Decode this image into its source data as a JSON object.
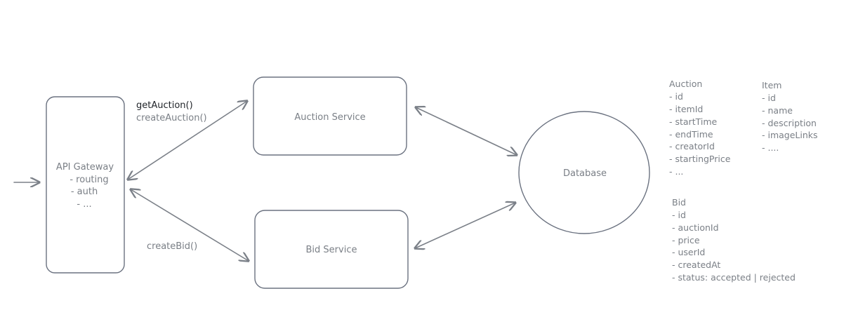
{
  "nodes": {
    "api_gateway": {
      "title": "API Gateway",
      "lines": [
        "- routing",
        "- auth",
        "- ..."
      ]
    },
    "auction_service": {
      "label": "Auction Service"
    },
    "bid_service": {
      "label": "Bid Service"
    },
    "database": {
      "label": "Database"
    }
  },
  "edges": {
    "gateway_auction": {
      "label_primary": "getAuction()",
      "label_secondary": "createAuction()"
    },
    "gateway_bid": {
      "label": "createBid()"
    }
  },
  "schemas": {
    "auction": {
      "title": "Auction",
      "fields": [
        "- id",
        "- itemId",
        "- startTime",
        "- endTime",
        "- creatorId",
        "- startingPrice",
        "- ..."
      ]
    },
    "item": {
      "title": "Item",
      "fields": [
        "- id",
        "- name",
        "- description",
        "- imageLinks",
        "- ...."
      ]
    },
    "bid": {
      "title": "Bid",
      "fields": [
        "- id",
        "- auctionId",
        "- price",
        "- userId",
        "- createdAt",
        "- status: accepted | rejected"
      ]
    }
  },
  "colors": {
    "stroke": "#6b7280",
    "text": "#7a7f86",
    "text_dark": "#1f2328"
  }
}
